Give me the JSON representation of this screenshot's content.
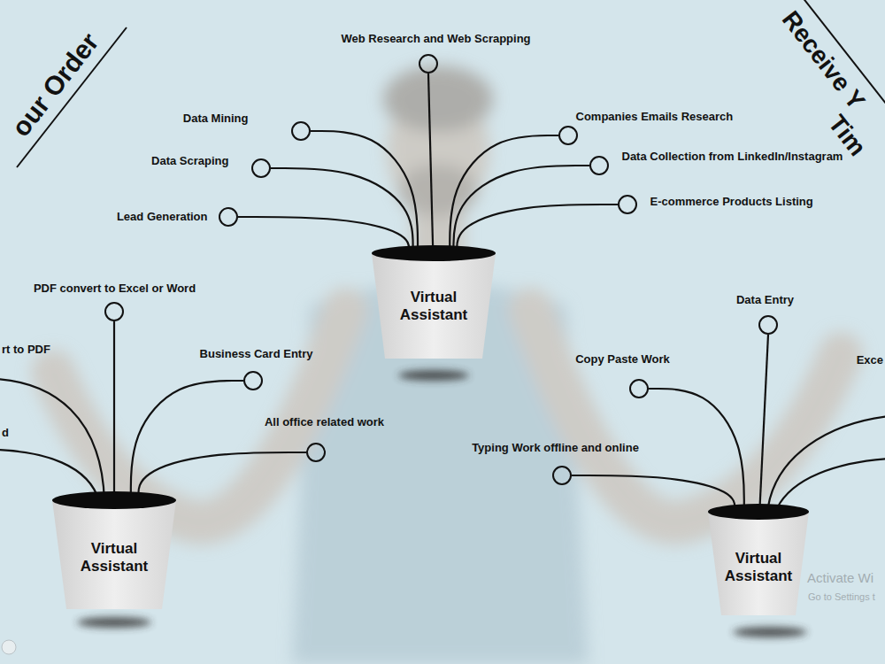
{
  "diagram": {
    "nodes": [
      {
        "text": [
          "Virtual Assistant"
        ]
      },
      {
        "text": [
          "Web Research and Web Scrapping"
        ]
      },
      {
        "text": [
          "Data Mining"
        ]
      },
      {
        "text": [
          "Data Scraping"
        ]
      },
      {
        "text": [
          "Lead Generation"
        ]
      },
      {
        "text": [
          "Companies Emails Research"
        ]
      },
      {
        "text": [
          "Data Collection from LinkedIn/Instagram"
        ]
      },
      {
        "text": [
          "E-commerce Products Listing"
        ]
      },
      {
        "text": [
          "Virtual Assistant"
        ]
      },
      {
        "text": [
          "PDF convert to Excel or Word"
        ]
      },
      {
        "text": [
          "Business Card Entry"
        ]
      },
      {
        "text": [
          "All office related work"
        ]
      },
      {
        "text": [
          "Virtual Assistant"
        ]
      },
      {
        "text": [
          "Data Entry"
        ]
      },
      {
        "text": [
          "Copy Paste Work"
        ]
      },
      {
        "text": [
          "Typing Work offline and online"
        ]
      }
    ],
    "edges": [
      {
        "from": 0,
        "to": 1,
        "arrow": "none"
      },
      {
        "from": 0,
        "to": 2,
        "arrow": "none"
      },
      {
        "from": 0,
        "to": 3,
        "arrow": "none"
      },
      {
        "from": 0,
        "to": 4,
        "arrow": "none"
      },
      {
        "from": 0,
        "to": 5,
        "arrow": "none"
      },
      {
        "from": 0,
        "to": 6,
        "arrow": "none"
      },
      {
        "from": 0,
        "to": 7,
        "arrow": "none"
      },
      {
        "from": 8,
        "to": 9,
        "arrow": "none"
      },
      {
        "from": 8,
        "to": 10,
        "arrow": "none"
      },
      {
        "from": 8,
        "to": 11,
        "arrow": "none"
      },
      {
        "from": 12,
        "to": 13,
        "arrow": "none"
      },
      {
        "from": 12,
        "to": 14,
        "arrow": "none"
      },
      {
        "from": 12,
        "to": 15,
        "arrow": "none"
      }
    ],
    "labels": [
      "our Order",
      "Receive Y",
      "Tim",
      "rt to PDF",
      "d",
      "Exce",
      "Activate Wi",
      "Go to Settings t"
    ]
  }
}
